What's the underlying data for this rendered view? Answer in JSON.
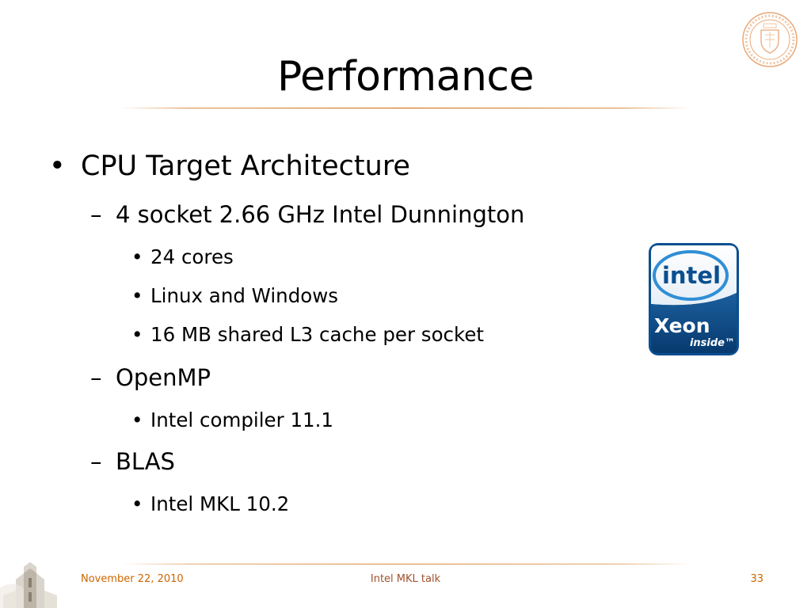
{
  "slide": {
    "title": "Performance",
    "bullets": [
      {
        "level": 1,
        "marker": "•",
        "text": "CPU Target Architecture"
      },
      {
        "level": 2,
        "marker": "–",
        "text": "4 socket 2.66 GHz Intel Dunnington"
      },
      {
        "level": 3,
        "marker": "•",
        "text": "24 cores"
      },
      {
        "level": 3,
        "marker": "•",
        "text": "Linux and Windows"
      },
      {
        "level": 3,
        "marker": "•",
        "text": "16 MB shared L3 cache per socket"
      },
      {
        "level": 2,
        "marker": "–",
        "text": "OpenMP"
      },
      {
        "level": 3,
        "marker": "•",
        "text": "Intel compiler 11.1"
      },
      {
        "level": 2,
        "marker": "–",
        "text": "BLAS"
      },
      {
        "level": 3,
        "marker": "•",
        "text": "Intel MKL 10.2"
      }
    ],
    "logo": {
      "brand": "intel",
      "product": "Xeon",
      "tagline": "inside™"
    },
    "footer": {
      "date": "November 22, 2010",
      "center": "Intel MKL talk",
      "page": "33"
    }
  },
  "colors": {
    "accent": "#cc6600",
    "intel_blue": "#0a4f8f",
    "intel_light_blue": "#2f8fd6"
  },
  "icons": [
    "university-seal-icon",
    "intel-xeon-logo-icon",
    "university-tower-icon"
  ]
}
